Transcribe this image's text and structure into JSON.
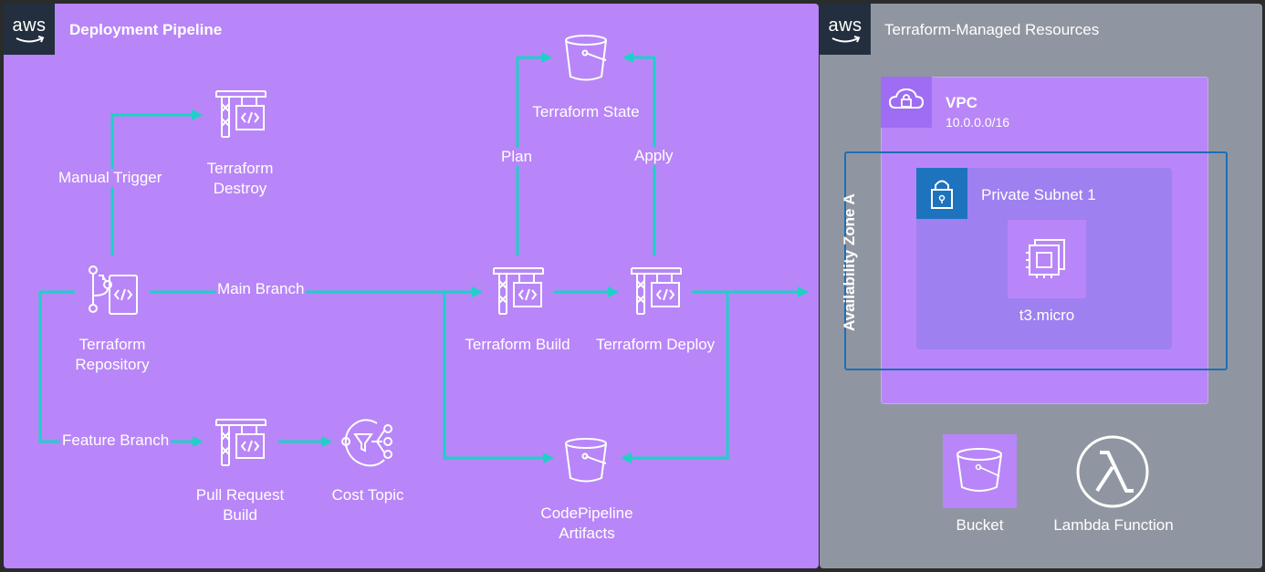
{
  "pipeline": {
    "title": "Deployment Pipeline",
    "aws_logo_text": "aws",
    "nodes": {
      "repo_line1": "Terraform",
      "repo_line2": "Repository",
      "destroy_line1": "Terraform",
      "destroy_line2": "Destroy",
      "build": "Terraform Build",
      "deploy": "Terraform Deploy",
      "state": "Terraform State",
      "pr_line1": "Pull Request",
      "pr_line2": "Build",
      "cost": "Cost Topic",
      "artifacts_line1": "CodePipeline",
      "artifacts_line2": "Artifacts"
    },
    "edges": {
      "manual": "Manual Trigger",
      "main": "Main Branch",
      "feature": "Feature Branch",
      "plan": "Plan",
      "apply": "Apply"
    }
  },
  "resources": {
    "title": "Terraform-Managed Resources",
    "aws_logo_text": "aws",
    "vpc_title": "VPC",
    "vpc_cidr": "10.0.0.0/16",
    "az_label": "Availability Zone A",
    "subnet_label": "Private Subnet 1",
    "ec2_label": "t3.micro",
    "bucket_label": "Bucket",
    "lambda_label": "Lambda Function"
  },
  "colors": {
    "pipeline_bg": "#b886f8",
    "resources_bg": "#9096a1",
    "arrow": "#1ed0c8",
    "aws_badge": "#232f3e",
    "subnet_icon": "#1e73be",
    "az_border": "#1c6fb5"
  },
  "icons": [
    "codebuild-icon",
    "codecommit-icon",
    "s3-bucket-icon",
    "sns-icon",
    "vpc-cloud-icon",
    "lock-icon",
    "ec2-chip-icon",
    "lambda-icon"
  ]
}
